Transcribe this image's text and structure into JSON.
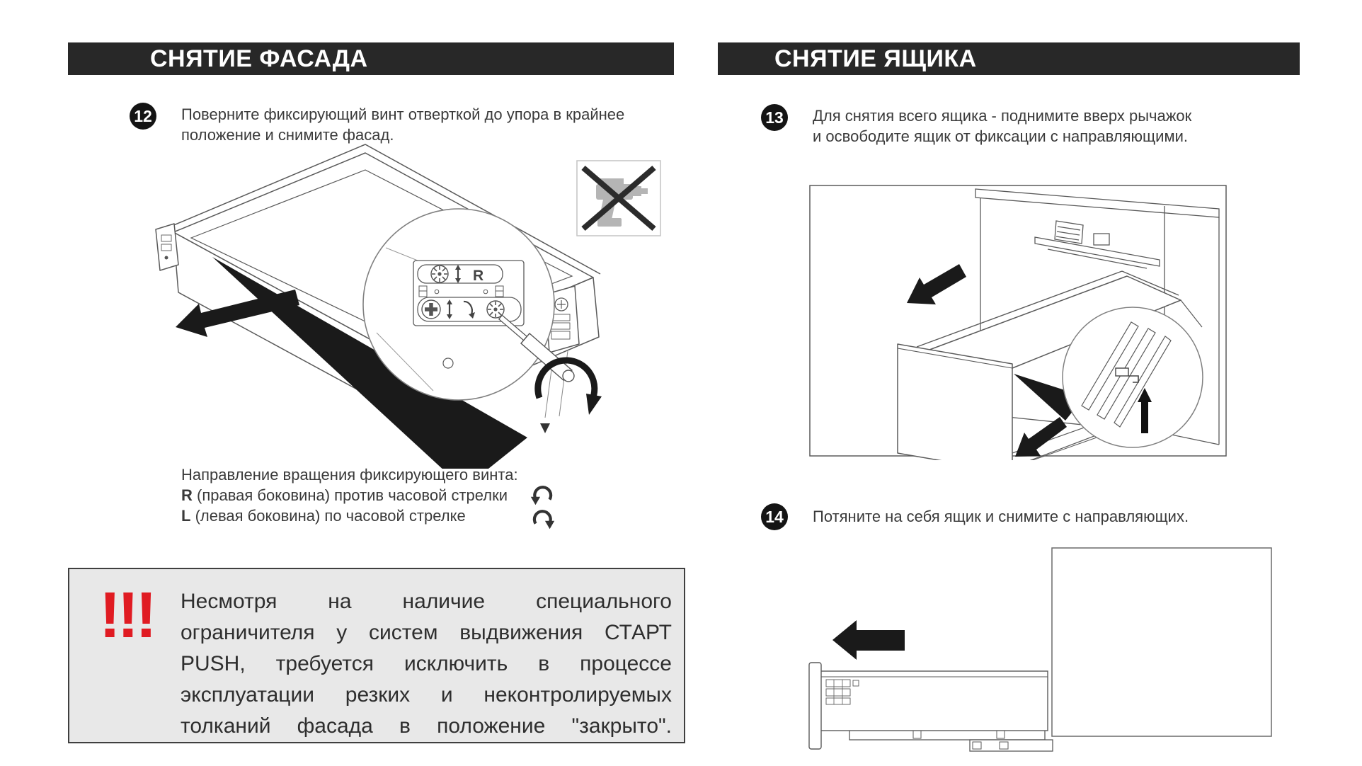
{
  "left": {
    "header": "СНЯТИЕ ФАСАДА",
    "step12": {
      "num": "12",
      "line1": "Поверните фиксирующий винт отверткой до упора в крайнее",
      "line2": "положение и снимите фасад."
    },
    "figure": {
      "r_label": "R"
    },
    "direction": {
      "title": "Направление вращения фиксирующего винта:",
      "r_key": "R",
      "r_rest": " (правая боковина) против часовой стрелки",
      "l_key": "L",
      "l_rest": " (левая боковина) по часовой стрелке"
    },
    "warning": {
      "marks": "!!!",
      "lines": [
        "Несмотря на наличие специального",
        "ограничителя у систем выдвижения СТАРТ",
        "PUSH, требуется исключить в процессе",
        "эксплуатации резких и неконтролируемых",
        "толканий фасада в положение \"закрыто\"."
      ]
    }
  },
  "right": {
    "header": "СНЯТИЕ ЯЩИКА",
    "step13": {
      "num": "13",
      "line1": "Для снятия всего ящика - поднимите вверх рычажок",
      "line2": "и освободите ящик от фиксации с направляющими."
    },
    "step14": {
      "num": "14",
      "line1": "Потяните на себя ящик и снимите с направляющих."
    }
  },
  "colors": {
    "header_bg": "#282828",
    "header_text": "#ffffff",
    "body_text": "#3a3a3a",
    "warning_bg": "#e8e8e8",
    "warning_border": "#3f3f3f",
    "accent_red": "#e01b22",
    "line_art": "#5a5a5a"
  }
}
